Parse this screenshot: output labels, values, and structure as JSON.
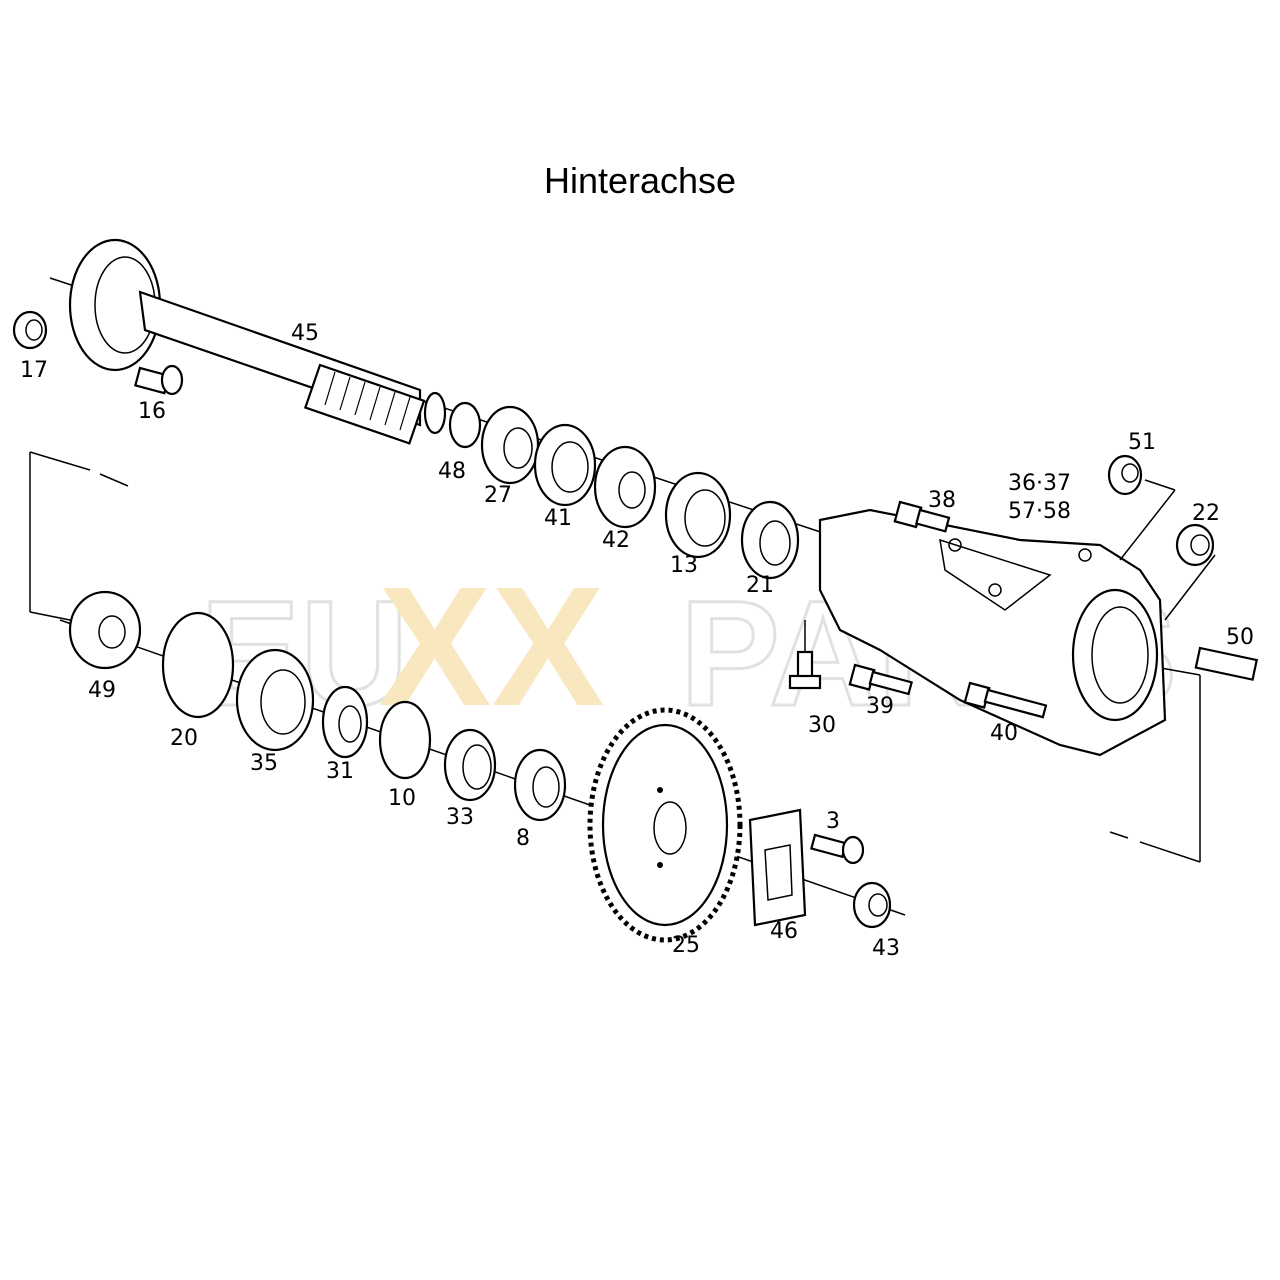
{
  "title": "Hinterachse",
  "watermark": {
    "left": "EU",
    "middle": "XX",
    "right": "PARTS"
  },
  "colors": {
    "line": "#000000",
    "watermark_gray": "#d8d8d8",
    "watermark_accent": "#f5d58c"
  },
  "callouts": [
    "45",
    "17",
    "16",
    "48",
    "27",
    "41",
    "42",
    "13",
    "21",
    "38",
    "36·37",
    "57·58",
    "51",
    "22",
    "50",
    "49",
    "20",
    "35",
    "31",
    "10",
    "33",
    "8",
    "30",
    "39",
    "40",
    "25",
    "3",
    "46",
    "43"
  ]
}
